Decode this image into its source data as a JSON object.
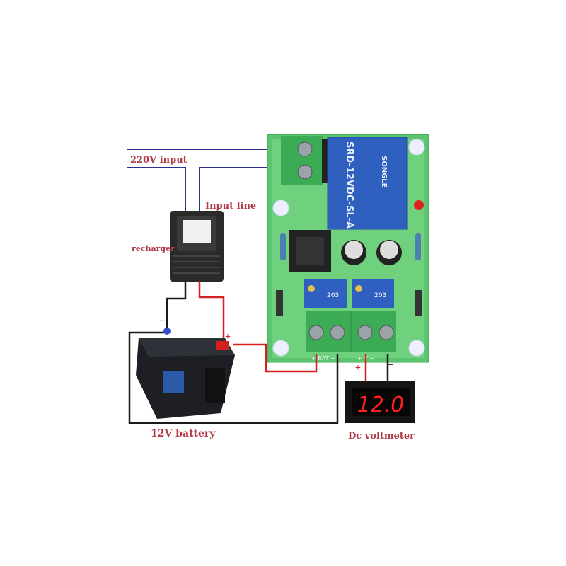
{
  "labels": {
    "input_220v": "220V input",
    "input_line": "Input line",
    "recharger": "recharger",
    "battery": "12V battery",
    "voltmeter": "Dc voltmeter"
  },
  "voltmeter": {
    "reading": "12.0"
  },
  "polarity": {
    "plus": "+",
    "minus": "−"
  },
  "board": {
    "relay_brand": "SONGLE",
    "relay_model": "SRD-12VDC-SL-A",
    "terminal_bat": "+ BAT −",
    "terminal_v": "+ V −",
    "pot_code": "203"
  },
  "colors": {
    "ac_wire": "#2b2f8f",
    "positive_wire": "#d42020",
    "negative_wire": "#1a1a1a",
    "board": "#5cc46e",
    "label": "#b03a48",
    "display": "#ff2020"
  }
}
